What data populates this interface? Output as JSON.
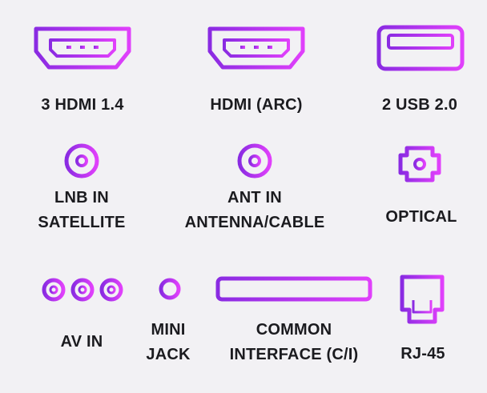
{
  "accent": {
    "start": "#8a2be2",
    "end": "#e040fb"
  },
  "ports": [
    {
      "id": "hdmi-1",
      "icon": "hdmi-port-icon",
      "lines": [
        "3 HDMI 1.4"
      ]
    },
    {
      "id": "hdmi-arc",
      "icon": "hdmi-port-icon",
      "lines": [
        "HDMI (ARC)"
      ]
    },
    {
      "id": "usb",
      "icon": "usb-port-icon",
      "lines": [
        "2 USB 2.0"
      ]
    },
    {
      "id": "lnb",
      "icon": "coaxial-port-icon",
      "lines": [
        "LNB IN",
        "SATELLITE"
      ]
    },
    {
      "id": "ant",
      "icon": "coaxial-port-icon",
      "lines": [
        "ANT IN",
        "ANTENNA/CABLE"
      ]
    },
    {
      "id": "optical",
      "icon": "optical-port-icon",
      "lines": [
        "OPTICAL"
      ]
    },
    {
      "id": "av",
      "icon": "av-rca-ports-icon",
      "lines": [
        "AV IN"
      ]
    },
    {
      "id": "mini-jack",
      "icon": "mini-jack-port-icon",
      "lines": [
        "MINI",
        "JACK"
      ]
    },
    {
      "id": "ci",
      "icon": "common-interface-slot-icon",
      "lines": [
        "COMMON",
        "INTERFACE (C/I)"
      ]
    },
    {
      "id": "rj45",
      "icon": "rj45-port-icon",
      "lines": [
        "RJ-45"
      ]
    }
  ]
}
